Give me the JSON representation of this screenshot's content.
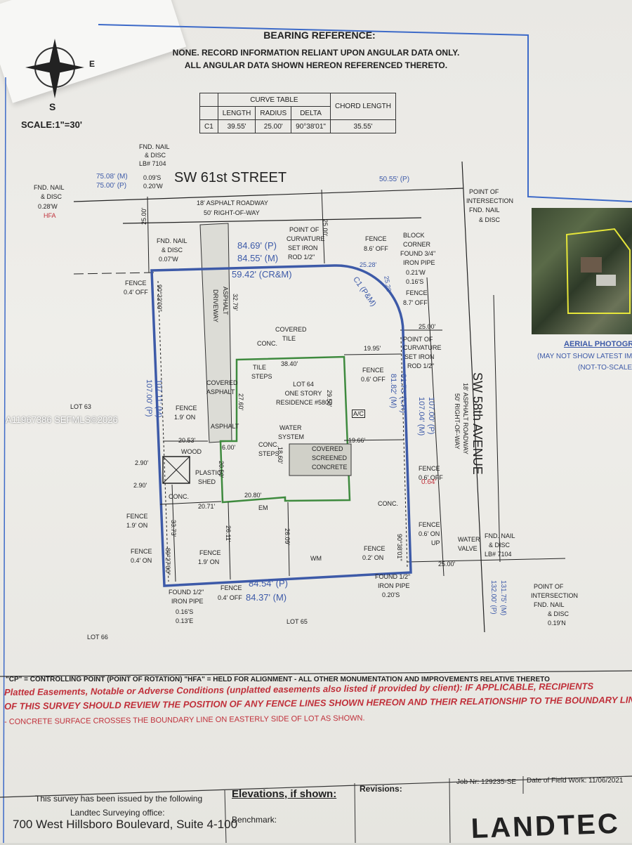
{
  "header": {
    "bearing_title": "BEARING REFERENCE:",
    "bearing_line1": "NONE. RECORD INFORMATION RELIANT UPON ANGULAR DATA ONLY.",
    "bearing_line2": "ALL ANGULAR DATA SHOWN HEREON REFERENCED THERETO.",
    "scale": "SCALE:1\"=30'"
  },
  "compass": {
    "east": "E",
    "south": "S"
  },
  "curve_table": {
    "title": "CURVE TABLE",
    "chord_header": "CHORD LENGTH",
    "columns": [
      "LENGTH",
      "RADIUS",
      "DELTA"
    ],
    "row": {
      "id": "C1",
      "length": "39.55'",
      "radius": "25.00'",
      "delta": "90°38'01\"",
      "chord": "35.55'"
    }
  },
  "streets": {
    "north": "SW 61st STREET",
    "north_roadway": "18' ASPHALT ROADWAY",
    "north_row": "50' RIGHT-OF-WAY",
    "east": "SW 58th AVENUE",
    "east_roadway": "18' ASPHALT ROADWAY",
    "east_row": "50' RIGHT-OF-WAY"
  },
  "notes": {
    "nail1": {
      "l1": "FND. NAIL",
      "l2": "& DISC",
      "l3": "LB# 7104",
      "l4": "0.09'S",
      "l5": "0.20'W"
    },
    "nail2": {
      "l1": "FND. NAIL",
      "l2": "& DISC",
      "l3": "0.28'W",
      "l4": "HFA"
    },
    "poi1": {
      "l1": "POINT OF",
      "l2": "INTERSECTION",
      "l3": "FND. NAIL",
      "l4": "& DISC"
    },
    "nail3": {
      "l1": "FND. NAIL",
      "l2": "& DISC",
      "l3": "0.07'W"
    },
    "poc1": {
      "l1": "POINT OF",
      "l2": "CURVATURE",
      "l3": "SET IRON",
      "l4": "ROD 1/2\""
    },
    "fence1": {
      "l1": "FENCE",
      "l2": "8.6' OFF"
    },
    "block": {
      "l1": "BLOCK",
      "l2": "CORNER",
      "l3": "FOUND 3/4\"",
      "l4": "IRON PIPE",
      "l5": "0.21'W",
      "l6": "0.16'S"
    },
    "fence2": {
      "l1": "FENCE",
      "l2": "8.7' OFF"
    },
    "fence3": {
      "l1": "FENCE",
      "l2": "0.4' OFF"
    },
    "poc2": {
      "l1": "POINT OF",
      "l2": "CURVATURE",
      "l3": "SET IRON",
      "l4": "ROD 1/2\""
    },
    "fence4": {
      "l1": "FENCE",
      "l2": "0.6' OFF"
    },
    "fence5": {
      "l1": "FENCE",
      "l2": "1.9' ON"
    },
    "fence6": {
      "l1": "FENCE",
      "l2": "0.6' OFF"
    },
    "fence7": {
      "l1": "FENCE",
      "l2": "1.9' ON"
    },
    "fence8": {
      "l1": "FENCE",
      "l2": "0.6' ON"
    },
    "nail4": {
      "l1": "FND. NAIL",
      "l2": "& DISC",
      "l3": "LB# 7104"
    },
    "fence9": {
      "l1": "FENCE",
      "l2": "0.4' ON"
    },
    "fence10": {
      "l1": "FENCE",
      "l2": "1.9' ON"
    },
    "fence11": {
      "l1": "FENCE",
      "l2": "0.2' ON"
    },
    "pipe1": {
      "l1": "FOUND 1/2\"",
      "l2": "IRON PIPE",
      "l3": "0.20'S"
    },
    "fence12": {
      "l1": "FENCE",
      "l2": "0.4' OFF"
    },
    "pipe2": {
      "l1": "FOUND 1/2\"",
      "l2": "IRON PIPE",
      "l3": "0.16'S",
      "l4": "0.13'E"
    },
    "poi2": {
      "l1": "POINT OF",
      "l2": "INTERSECTION",
      "l3": "FND. NAIL",
      "l4": "& DISC",
      "l5": "0.19'N"
    }
  },
  "dims": {
    "north_m": "75.08' (M)",
    "north_p": "75.00' (P)",
    "north_street_p": "50.55' (P)",
    "setback_west": "25.00'",
    "setback_north": "25.00'",
    "lot_north_p": "84.69' (P)",
    "lot_north_m": "84.55' (M)",
    "lot_north_crm": "59.42' (CR&M)",
    "tan1": "25.28'",
    "curve_label": "C1 (P&M)",
    "tan2": "25.28'",
    "angle_nw": "90°33'00\"",
    "driveway_depth": "32.79'",
    "res_north": "38.40'",
    "res_east_setback_top": "19.95'",
    "res_depth": "29.50'",
    "east_cr": "81.73' (CR)",
    "east_m": "81.82' (M)",
    "east_p": "107.00' (P)",
    "east_m2": "107.04' (M)",
    "east_setback": "25.00'",
    "garage_depth": "27.60'",
    "west_m": "107.11' (M)",
    "west_p": "107.00' (P)",
    "res_east_setback_mid": "19.66'",
    "shed_north": "20.53'",
    "porch": "6.00'",
    "screen_depth": "18.60'",
    "wing_depth": "20.50'",
    "shed_gap1": "2.90'",
    "shed_gap2": "2.90'",
    "encroach": "0.64'",
    "res_south": "20.80'",
    "shed_south": "20.71'",
    "rear_setback_shed": "33.73'",
    "rear_setback_1": "26.11'",
    "rear_setback_2": "26.09'",
    "angle_se": "90°38'01\"",
    "angle_sw": "89°27'00\"",
    "south_setback": "25.00'",
    "lot_south_p": "84.54' (P)",
    "lot_south_m": "84.37' (M)",
    "south_street_m": "131.75' (M)",
    "south_street_p": "132.00' (P)"
  },
  "labels": {
    "driveway_asphalt": "ASPHALT",
    "driveway": "DRIVEWAY",
    "covered": "COVERED",
    "tile": "TILE",
    "conc1": "CONC.",
    "tile_steps_1": "TILE",
    "tile_steps_2": "STEPS",
    "lot64": "LOT 64",
    "res1": "ONE STORY",
    "res2": "RESIDENCE #5800",
    "ac": "A/C",
    "covered2": "COVERED",
    "asphalt2": "ASPHALT",
    "asphalt3": "ASPHALT",
    "lot63": "LOT 63",
    "water1": "WATER",
    "water2": "SYSTEM",
    "wood": "WOOD",
    "conc_steps1": "CONC.",
    "conc_steps2": "STEPS",
    "csc1": "COVERED",
    "csc2": "SCREENED",
    "csc3": "CONCRETE",
    "plastic": "PLASTIC",
    "shed": "SHED",
    "conc2": "CONC.",
    "em": "EM",
    "conc3": "CONC.",
    "up": "UP",
    "water_valve1": "WATER",
    "water_valve2": "VALVE",
    "wm": "WM",
    "lot65": "LOT 65",
    "lot66": "LOT 66"
  },
  "aerial": {
    "title": "AERIAL PHOTOGRA",
    "note1": "(MAY NOT SHOW LATEST IMPR",
    "note2": "(NOT-TO-SCALE)"
  },
  "watermark": "A11967386 SEFMLS©2026",
  "footer": {
    "legend": "\"CP\" = CONTROLLING POINT (POINT OF ROTATION)   \"HFA\" = HELD FOR ALIGNMENT   -   ALL OTHER MONUMENTATION AND IMPROVEMENTS RELATIVE THERETO",
    "warning1": "Platted Easements, Notable or Adverse Conditions (unplatted easements also listed if provided by client): IF APPLICABLE, RECIPIENTS",
    "warning2": "OF THIS SURVEY SHOULD REVIEW THE POSITION OF ANY FENCE LINES SHOWN HEREON AND THEIR RELATIONSHIP TO THE BOUNDARY LINE",
    "note": "- CONCRETE SURFACE CROSSES THE BOUNDARY LINE ON EASTERLY SIDE OF LOT AS SHOWN."
  },
  "titleblock": {
    "issued1": "This survey has been issued by the following",
    "issued2": "Landtec Surveying office:",
    "address": "700 West Hillsboro Boulevard, Suite 4-100",
    "elevations": "Elevations, if shown:",
    "benchmark": "Benchmark:",
    "revisions": "Revisions:",
    "job": "Job Nr: 129235-SE",
    "field_date": "Date of Field Work: 11/06/2021",
    "logo": "LANDTEC"
  }
}
